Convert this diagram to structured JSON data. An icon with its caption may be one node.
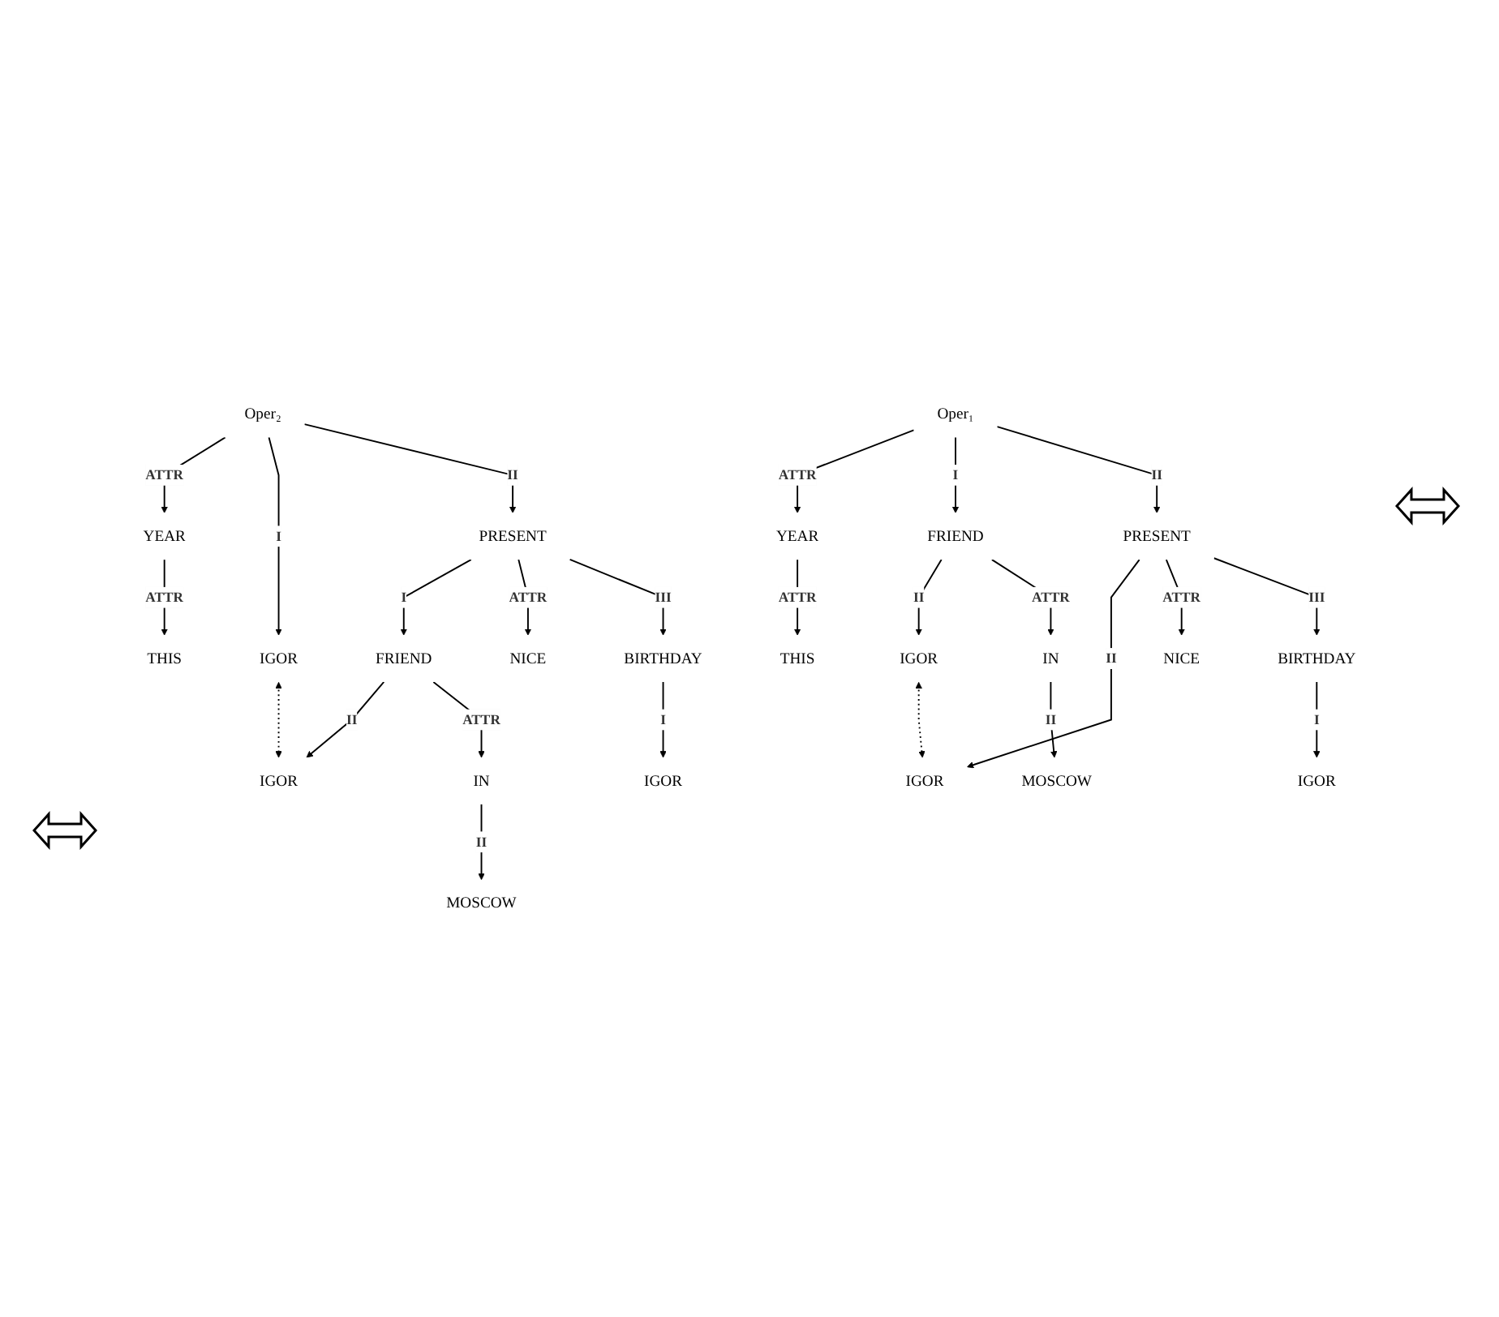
{
  "diagram": {
    "nodes": [
      {
        "text": [
          "YEAR"
        ]
      },
      {
        "text": [
          "Oper₂"
        ]
      },
      {
        "text": [
          "THIS"
        ]
      },
      {
        "text": [
          "IGOR"
        ]
      },
      {
        "text": [
          "PRESENT"
        ]
      },
      {
        "text": [
          "FRIEND"
        ]
      },
      {
        "text": [
          "BIRTHDAY"
        ]
      },
      {
        "text": [
          "IGOR"
        ]
      },
      {
        "text": [
          "NICE"
        ]
      },
      {
        "text": [
          "IGOR"
        ]
      },
      {
        "text": [
          "MOSCOW"
        ]
      },
      {
        "text": [
          "IN"
        ]
      },
      {
        "text": [
          "YEAR"
        ]
      },
      {
        "text": [
          "Oper₁"
        ]
      },
      {
        "text": [
          "THIS"
        ]
      },
      {
        "text": [
          "FRIEND"
        ]
      },
      {
        "text": [
          "PRESENT"
        ]
      },
      {
        "text": [
          "IGOR"
        ]
      },
      {
        "text": [
          "IN"
        ]
      },
      {
        "text": [
          "IGOR"
        ]
      },
      {
        "text": [
          "BIRTHDAY"
        ]
      },
      {
        "text": [
          "MOSCOW"
        ]
      },
      {
        "text": [
          "NICE"
        ]
      },
      {
        "text": [
          "IGOR"
        ]
      }
    ],
    "edges": [
      {
        "from": 1,
        "to": 0,
        "arrow": "to",
        "label": "ATTR"
      },
      {
        "from": 0,
        "to": 2,
        "arrow": "to",
        "label": "ATTR"
      },
      {
        "from": 1,
        "to": 3,
        "arrow": "to",
        "label": "I"
      },
      {
        "from": 1,
        "to": 4,
        "arrow": "to",
        "label": "II"
      },
      {
        "from": 4,
        "to": 5,
        "arrow": "to",
        "label": "I"
      },
      {
        "from": 4,
        "to": 8,
        "arrow": "to",
        "label": "ATTR"
      },
      {
        "from": 4,
        "to": 6,
        "arrow": "to",
        "label": "III"
      },
      {
        "from": 5,
        "to": 7,
        "arrow": "to",
        "label": "II"
      },
      {
        "from": 5,
        "to": 11,
        "arrow": "to",
        "label": "ATTR"
      },
      {
        "from": 6,
        "to": 9,
        "arrow": "to",
        "label": "I"
      },
      {
        "from": 11,
        "to": 10,
        "arrow": "to",
        "label": "II"
      },
      {
        "from": 3,
        "to": 7,
        "arrow": "both",
        "style": "dashed"
      },
      {
        "from": 13,
        "to": 12,
        "arrow": "to",
        "label": "ATTR"
      },
      {
        "from": 12,
        "to": 14,
        "arrow": "to",
        "label": "ATTR"
      },
      {
        "from": 13,
        "to": 15,
        "arrow": "to",
        "label": "I"
      },
      {
        "from": 13,
        "to": 16,
        "arrow": "to",
        "label": "II"
      },
      {
        "from": 15,
        "to": 17,
        "arrow": "to",
        "label": "II"
      },
      {
        "from": 15,
        "to": 18,
        "arrow": "to",
        "label": "ATTR"
      },
      {
        "from": 16,
        "to": 19,
        "arrow": "to",
        "label": "II"
      },
      {
        "from": 16,
        "to": 22,
        "arrow": "to",
        "label": "ATTR"
      },
      {
        "from": 16,
        "to": 20,
        "arrow": "to",
        "label": "III"
      },
      {
        "from": 20,
        "to": 23,
        "arrow": "to",
        "label": "I"
      },
      {
        "from": 18,
        "to": 21,
        "arrow": "to",
        "label": "II"
      },
      {
        "from": 17,
        "to": 19,
        "arrow": "both",
        "style": "dashed"
      }
    ]
  }
}
